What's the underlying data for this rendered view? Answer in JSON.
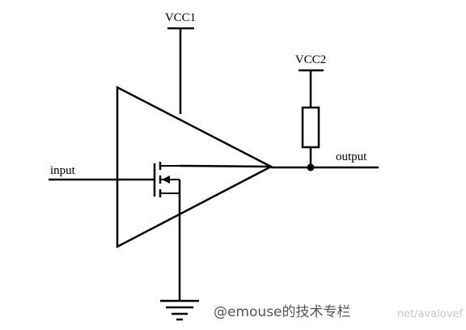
{
  "labels": {
    "vcc1": "VCC1",
    "vcc2": "VCC2",
    "input": "input",
    "output": "output"
  },
  "watermark": {
    "prefix": "@emouse的技术专栏",
    "suffix": "net/avalovef"
  }
}
